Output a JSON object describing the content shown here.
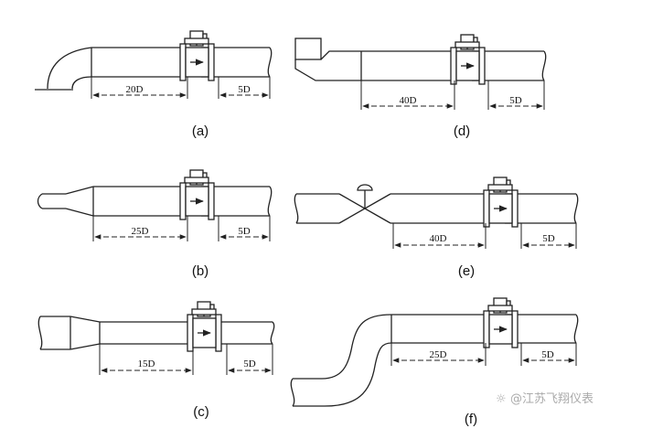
{
  "diagrams": [
    {
      "id": "a",
      "caption": "(a)",
      "upstream": "20D",
      "downstream": "5D"
    },
    {
      "id": "b",
      "caption": "(b)",
      "upstream": "25D",
      "downstream": "5D"
    },
    {
      "id": "c",
      "caption": "(c)",
      "upstream": "15D",
      "downstream": "5D"
    },
    {
      "id": "d",
      "caption": "(d)",
      "upstream": "40D",
      "downstream": "5D"
    },
    {
      "id": "e",
      "caption": "(e)",
      "upstream": "40D",
      "downstream": "5D"
    },
    {
      "id": "f",
      "caption": "(f)",
      "upstream": "25D",
      "downstream": "5D"
    }
  ],
  "watermark": "@江苏飞翔仪表"
}
